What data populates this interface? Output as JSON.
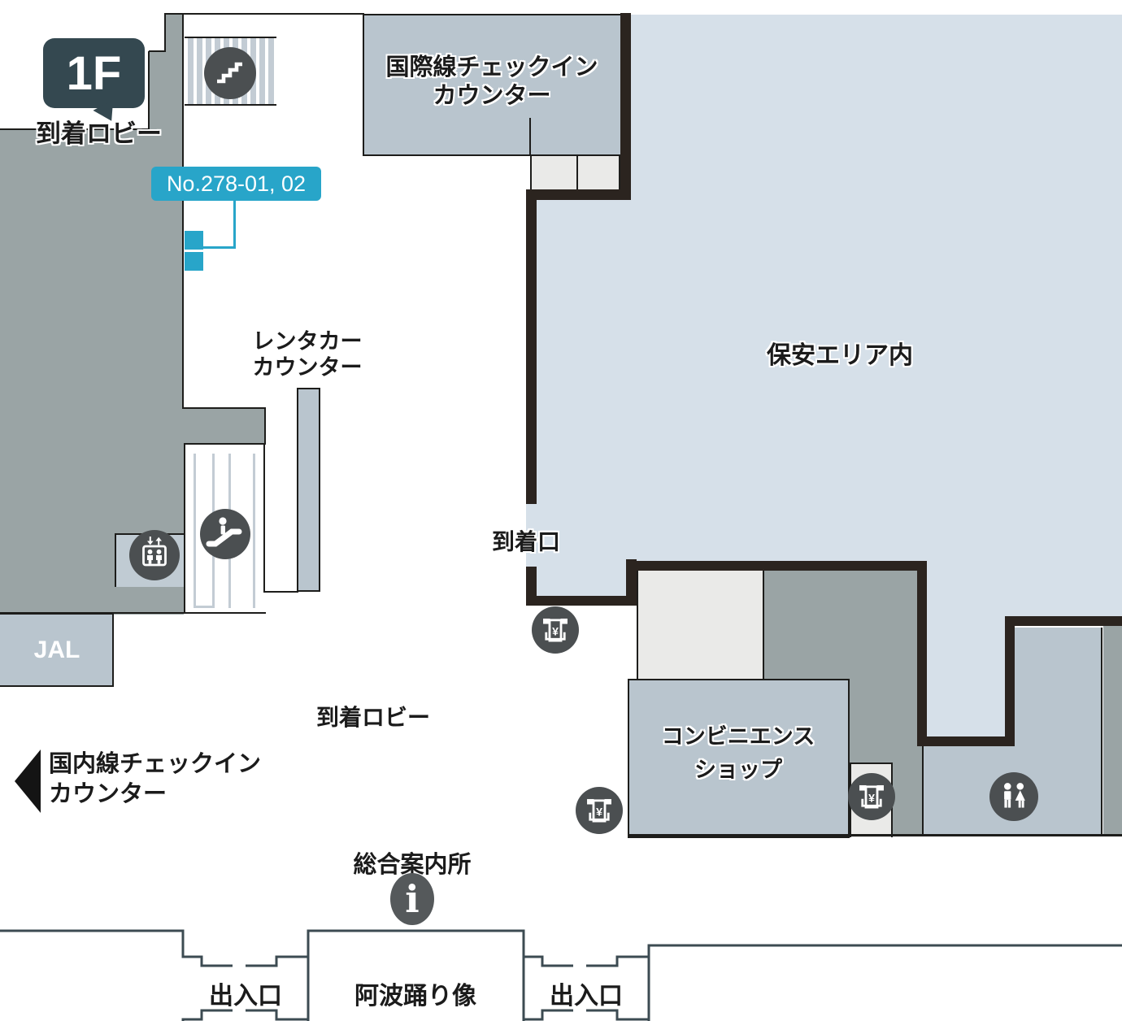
{
  "map": {
    "floor_badge": "1F",
    "floor_area_label": "到着ロビー",
    "ad_spot": {
      "label": "No.278-01, 02"
    },
    "labels": {
      "international_checkin_l1": "国際線チェックイン",
      "international_checkin_l2": "カウンター",
      "security_area": "保安エリア内",
      "rentacar_l1": "レンタカー",
      "rentacar_l2": "カウンター",
      "arrival_gate": "到着口",
      "arrival_lobby": "到着ロビー",
      "jal": "JAL",
      "domestic_checkin_l1": "国内線チェックイン",
      "domestic_checkin_l2": "カウンター",
      "convenience_l1": "コンビニエンス",
      "convenience_l2": "ショップ",
      "information": "総合案内所",
      "statue": "阿波踊り像",
      "exit_left": "出入口",
      "exit_right": "出入口",
      "atm_symbol": "¥",
      "information_symbol": "i"
    },
    "icons": {
      "stairs": "stairs-icon",
      "escalator": "escalator-icon",
      "elevator": "elevator-icon",
      "atm": "atm-icon",
      "restroom": "restroom-icon",
      "information": "info-icon",
      "domestic_arrow": "arrow-left-icon"
    },
    "colors": {
      "security_area": "#d6e0e9",
      "room_bluegray": "#b9c5ce",
      "back_of_house_gray": "#9aa4a5",
      "light_gray_room": "#eaeae8",
      "thick_wall": "#2b241f",
      "thin_outline": "#1d1d1b",
      "icon_circle": "#4b4f51",
      "floor_badge": "#344850",
      "ad_spot_cyan": "#28a5c9",
      "building_outline": "#3c4b52",
      "stripes": "#c3ccd4"
    }
  }
}
